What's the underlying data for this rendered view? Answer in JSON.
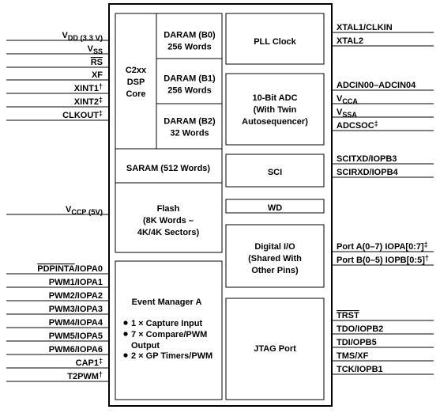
{
  "diagram": {
    "left_pins": [
      {
        "label": "V",
        "sub": "DD",
        "suffix": " (3.3 V)"
      },
      {
        "label": "V",
        "sub": "SS",
        "suffix": ""
      },
      {
        "label": "RS",
        "overline": true
      },
      {
        "label": "XF"
      },
      {
        "label": "XINT1",
        "sup": "†"
      },
      {
        "label": "XINT2",
        "sup": "‡"
      },
      {
        "label": "CLKOUT",
        "sup": "‡"
      },
      {
        "label": "V",
        "sub": "CCP",
        "suffix": " (5V)"
      },
      {
        "label": "PDPINTA",
        "overline": true,
        "suffix": "/IOPA0"
      },
      {
        "label": "PWM1/IOPA1"
      },
      {
        "label": "PWM2/IOPA2"
      },
      {
        "label": "PWM3/IOPA3"
      },
      {
        "label": "PWM4/IOPA4"
      },
      {
        "label": "PWM5/IOPA5"
      },
      {
        "label": "PWM6/IOPA6"
      },
      {
        "label": "CAP1",
        "sup": "‡"
      },
      {
        "label": "T2PWM",
        "sup": "†"
      }
    ],
    "right_pins": [
      {
        "label": "XTAL1/CLKIN"
      },
      {
        "label": "XTAL2"
      },
      {
        "label": "ADCIN00–ADCIN04"
      },
      {
        "label": "V",
        "sub": "CCA"
      },
      {
        "label": "V",
        "sub": "SSA"
      },
      {
        "label": "ADCSOC",
        "sup": "‡"
      },
      {
        "label": "SCITXD/IOPB3"
      },
      {
        "label": "SCIRXD/IOPB4"
      },
      {
        "label": "Port A(0–7) IOPA[0:7]",
        "sup": "‡"
      },
      {
        "label": "Port B(0–5) IOPB[0:5]",
        "sup": "†"
      },
      {
        "label": "TRST",
        "overline": true
      },
      {
        "label": "TDO/IOPB2"
      },
      {
        "label": "TDI/OPB5"
      },
      {
        "label": "TMS/XF"
      },
      {
        "label": "TCK/IOPB1"
      }
    ],
    "blocks": {
      "cpu": [
        "C2xx",
        "DSP",
        "Core"
      ],
      "daram_b0": [
        "DARAM (B0)",
        "256 Words"
      ],
      "daram_b1": [
        "DARAM (B1)",
        "256 Words"
      ],
      "daram_b2": [
        "DARAM (B2)",
        "32 Words"
      ],
      "saram": [
        "SARAM (512 Words)"
      ],
      "flash": [
        "Flash",
        "(8K Words –",
        "4K/4K Sectors)"
      ],
      "pll": [
        "PLL Clock"
      ],
      "adc": [
        "10-Bit ADC",
        "(With Twin",
        "Autosequencer)"
      ],
      "sci": [
        "SCI"
      ],
      "wd": [
        "WD"
      ],
      "dio": [
        "Digital I/O",
        "(Shared With",
        "Other Pins)"
      ],
      "jtag": [
        "JTAG Port"
      ],
      "event_manager": {
        "title": "Event Manager A",
        "items": [
          "1 × Capture Input",
          "7 × Compare/PWM",
          "Output",
          "2 × GP Timers/PWM"
        ]
      }
    }
  }
}
